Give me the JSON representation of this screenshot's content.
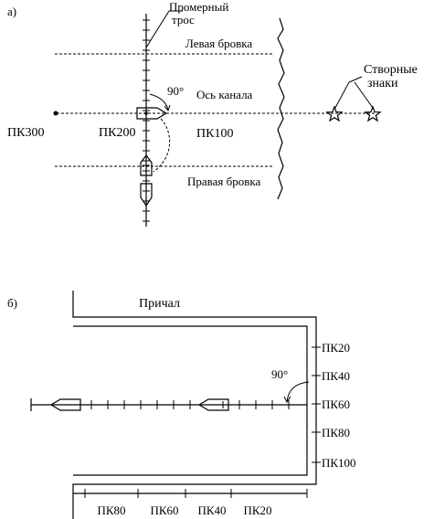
{
  "panel_a": {
    "tag": "а)",
    "sounding_cable": "Промерный\nтрос",
    "left_edge": "Левая бровка",
    "axis_label": "Ось канала",
    "right_edge": "Правая бровка",
    "angle": "90°",
    "range_signs": "Створные\nзнаки",
    "pk300": "ПК300",
    "pk200": "ПК200",
    "pk100": "ПК100"
  },
  "panel_b": {
    "tag": "б)",
    "berth": "Причал",
    "angle": "90°",
    "right_pk": [
      "ПК20",
      "ПК40",
      "ПК60",
      "ПК80",
      "ПК100"
    ],
    "bottom_pk": [
      "ПК80",
      "ПК60",
      "ПК40",
      "ПК20"
    ]
  }
}
